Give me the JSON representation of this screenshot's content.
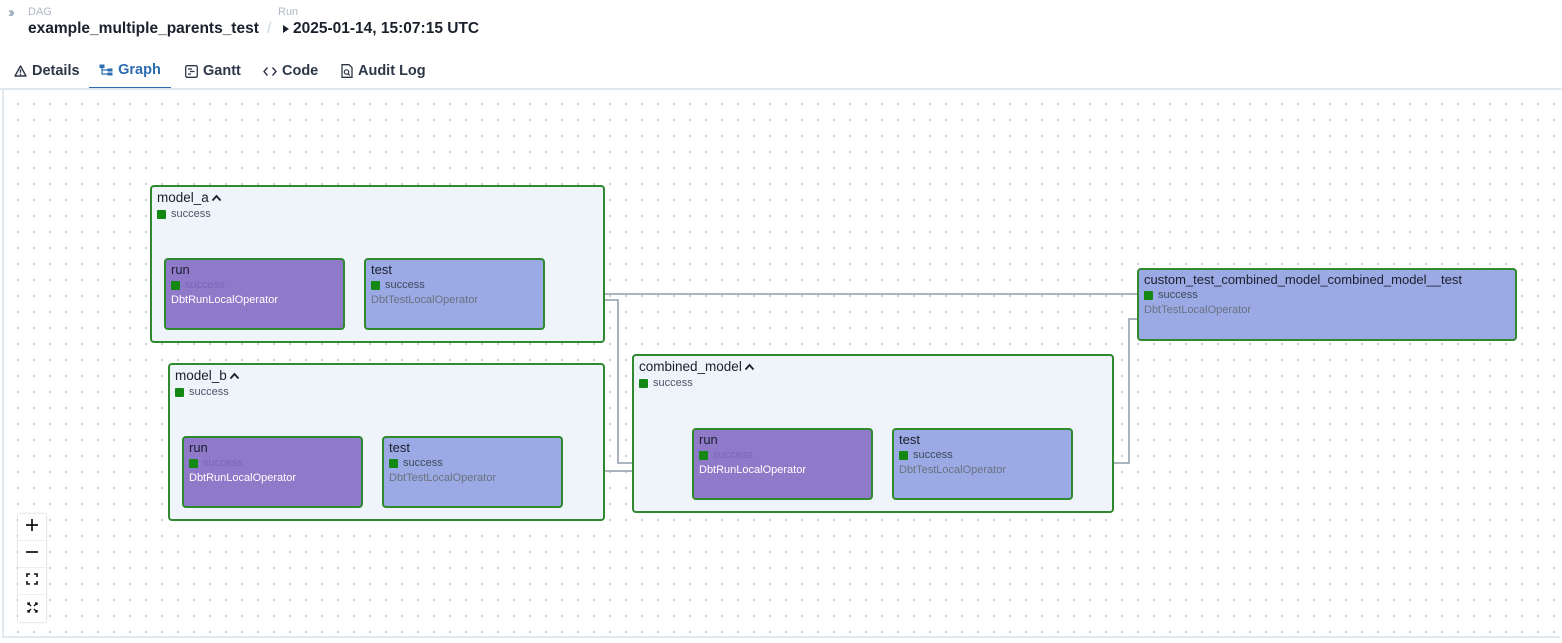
{
  "header": {
    "dag_label": "DAG",
    "dag_name": "example_multiple_parents_test",
    "separator": "/",
    "run_label": "Run",
    "run_value": "2025-01-14, 15:07:15 UTC"
  },
  "tabs": [
    {
      "label": "Details",
      "icon": "warning-icon",
      "active": false
    },
    {
      "label": "Graph",
      "icon": "graph-icon",
      "active": true
    },
    {
      "label": "Gantt",
      "icon": "gantt-icon",
      "active": false
    },
    {
      "label": "Code",
      "icon": "code-icon",
      "active": false
    },
    {
      "label": "Audit Log",
      "icon": "audit-log-icon",
      "active": false
    }
  ],
  "graph": {
    "groups": [
      {
        "title": "model_a",
        "status": "success",
        "tasks": [
          {
            "title": "run",
            "status": "success",
            "operator": "DbtRunLocalOperator"
          },
          {
            "title": "test",
            "status": "success",
            "operator": "DbtTestLocalOperator"
          }
        ]
      },
      {
        "title": "model_b",
        "status": "success",
        "tasks": [
          {
            "title": "run",
            "status": "success",
            "operator": "DbtRunLocalOperator"
          },
          {
            "title": "test",
            "status": "success",
            "operator": "DbtTestLocalOperator"
          }
        ]
      },
      {
        "title": "combined_model",
        "status": "success",
        "tasks": [
          {
            "title": "run",
            "status": "success",
            "operator": "DbtRunLocalOperator"
          },
          {
            "title": "test",
            "status": "success",
            "operator": "DbtTestLocalOperator"
          }
        ]
      }
    ],
    "standalone_task": {
      "title": "custom_test_combined_model_combined_model__test",
      "status": "success",
      "operator": "DbtTestLocalOperator"
    }
  },
  "controls": [
    "zoom-in-icon",
    "zoom-out-icon",
    "fit-view-icon",
    "fullscreen-icon"
  ],
  "colors": {
    "accent": "#2b6cb0",
    "success": "#138813",
    "group_border": "#2f8a2f",
    "group_bg": "#eef4f9",
    "run_node": "#8f79c9",
    "test_node": "#9ba9e4",
    "edge": "#a0aab8"
  }
}
